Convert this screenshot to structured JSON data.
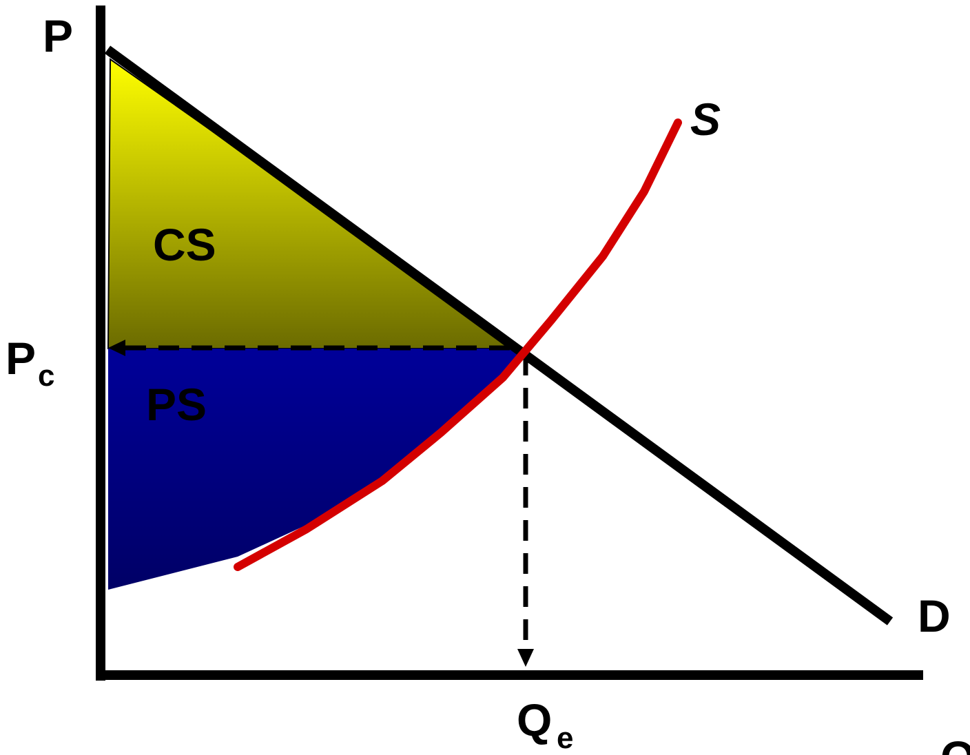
{
  "labels": {
    "price_axis": "P",
    "quantity_axis": "Q",
    "supply": "S",
    "demand": "D",
    "consumer_surplus": "CS",
    "producer_surplus": "PS",
    "equilibrium_price_main": "P",
    "equilibrium_price_sub": "c",
    "equilibrium_quantity_main": "Q",
    "equilibrium_quantity_sub": "e"
  },
  "colors": {
    "axes": "#000000",
    "demand": "#000000",
    "supply": "#d40000",
    "cs_top": "#ffff00",
    "cs_bottom": "#6b6b00",
    "ps_top": "#000099",
    "ps_bottom": "#000066",
    "guide": "#000000"
  }
}
